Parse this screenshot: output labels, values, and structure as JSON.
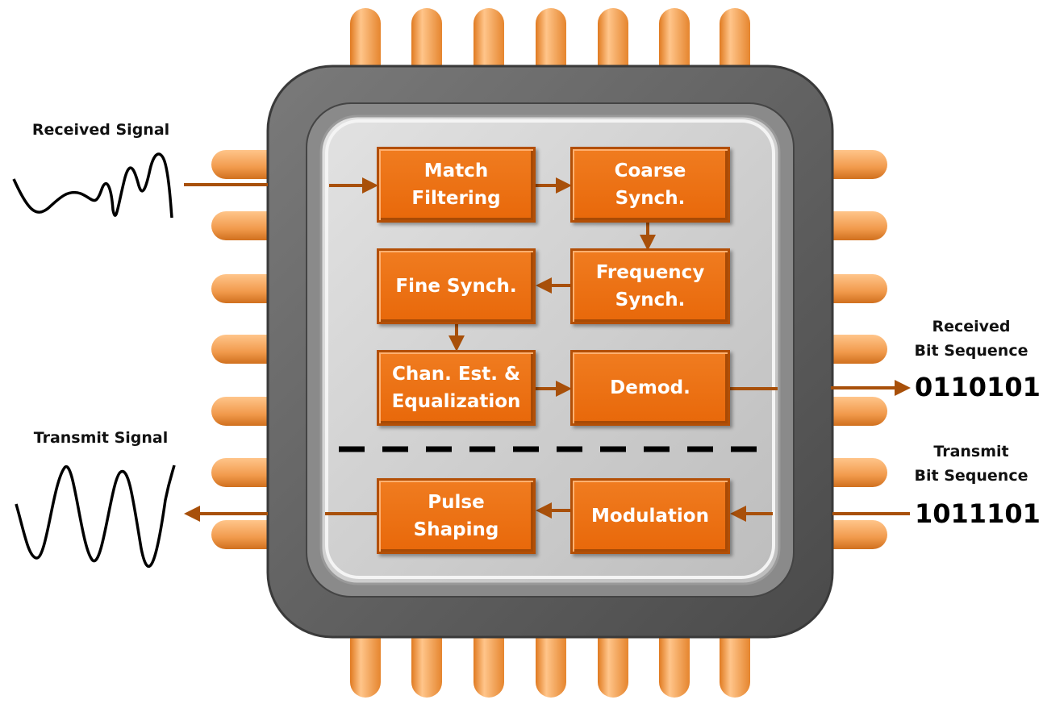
{
  "labels": {
    "received_signal": "Received Signal",
    "transmit_signal": "Transmit Signal",
    "received_bits_title": "Received\nBit Sequence",
    "transmit_bits_title": "Transmit\nBit Sequence",
    "received_bits": "0110101",
    "transmit_bits": "1011101"
  },
  "blocks": {
    "match_filtering": "Match\nFiltering",
    "coarse_synch": "Coarse\nSynch.",
    "fine_synch": "Fine Synch.",
    "frequency_synch": "Frequency\nSynch.",
    "chan_est": "Chan. Est. &\nEqualization",
    "demod": "Demod.",
    "pulse_shaping": "Pulse\nShaping",
    "modulation": "Modulation"
  },
  "colors": {
    "block_fill": "#ee7418",
    "arrow": "#a8500a",
    "pin": "#f4a05a",
    "chip_body": "#5a5a5a",
    "die": "#c8c8c8"
  }
}
